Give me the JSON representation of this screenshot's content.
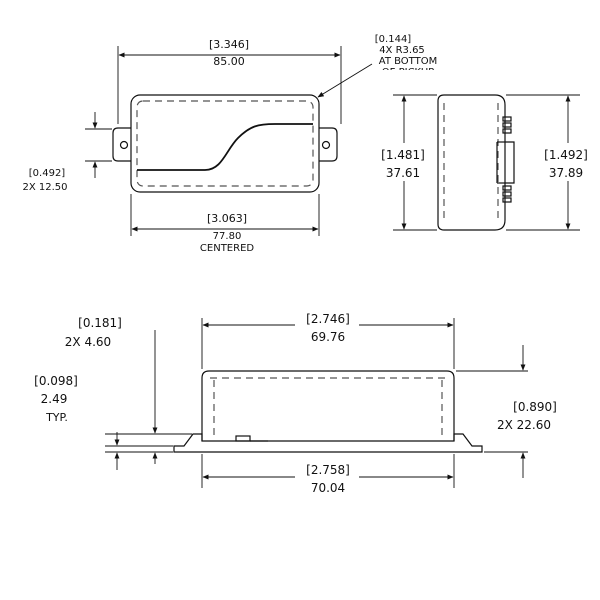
{
  "top_view": {
    "width": {
      "inch": "[3.346]",
      "mm": "85.00"
    },
    "corner_radius": {
      "inch": "[0.144]",
      "mm": "4X R3.65",
      "note1": "AT BOTTOM",
      "note2": "OF PICKUP"
    },
    "tab_offset": {
      "inch": "[0.492]",
      "mm": "2X  12.50"
    },
    "inner_width": {
      "inch": "[3.063]",
      "mm": "77.80",
      "note": "CENTERED"
    }
  },
  "side_view": {
    "left_height": {
      "inch": "[1.481]",
      "mm": "37.61"
    },
    "right_height": {
      "inch": "[1.492]",
      "mm": "37.89"
    }
  },
  "front_view": {
    "top_length": {
      "inch": "[2.746]",
      "mm": "69.76"
    },
    "bottom_length": {
      "inch": "[2.758]",
      "mm": "70.04"
    },
    "flange_height": {
      "inch": "[0.181]",
      "mm": "2X  4.60"
    },
    "flange_thickness": {
      "inch": "[0.098]",
      "mm": "2.49",
      "note": "TYP."
    },
    "body_height": {
      "inch": "[0.890]",
      "mm": "2X  22.60"
    }
  }
}
